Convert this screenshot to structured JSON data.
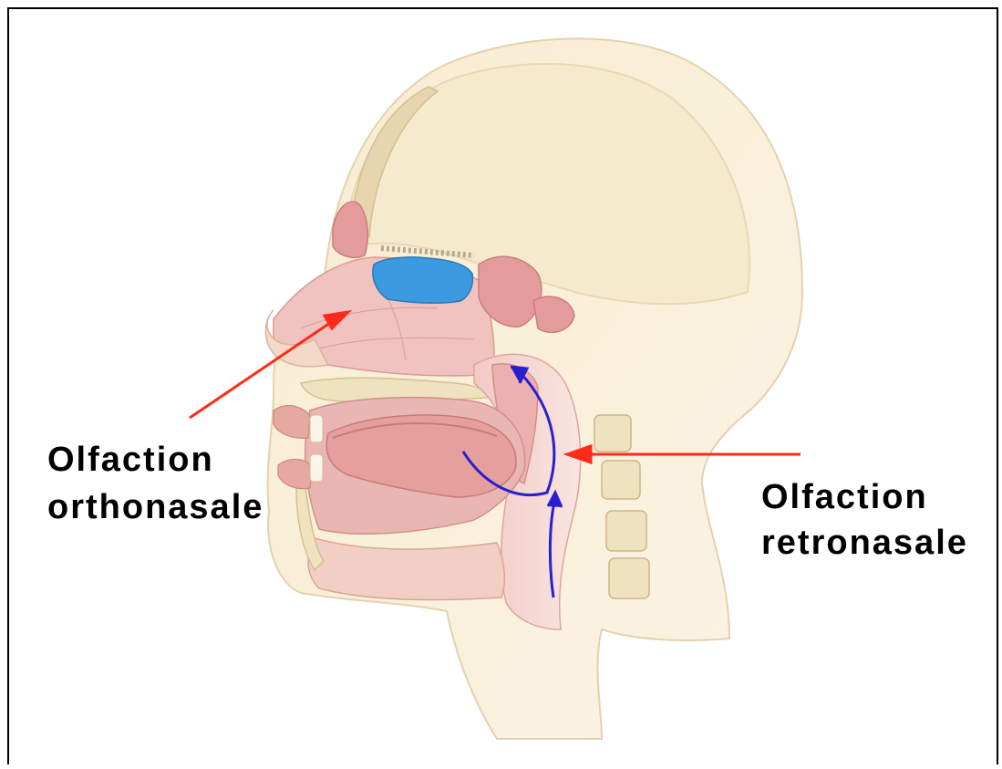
{
  "labels": {
    "orthonasal": [
      "Olfaction",
      "orthonasale"
    ],
    "retronasal": [
      "Olfaction",
      "retronasale"
    ]
  },
  "colors": {
    "arrow_label": "#ff2a1a",
    "airflow": "#2a1fd0",
    "skin": "#f7ecd2",
    "tissue": "#e8a9a8",
    "bone": "#efe2bf",
    "olfactory_region": "#3d9ae0"
  }
}
